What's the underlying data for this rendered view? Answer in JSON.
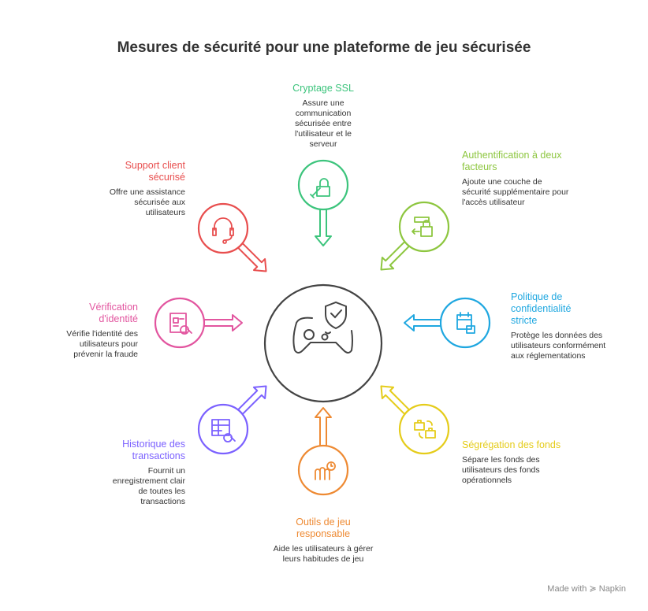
{
  "title": "Mesures de sécurité pour une plateforme de jeu sécurisée",
  "center": {
    "icon": "gamepad-shield-icon",
    "color": "#444444"
  },
  "items": [
    {
      "title": "Cryptage SSL",
      "desc": "Assure une communication sécurisée entre l'utilisateur et le serveur",
      "color": "#3cc47c",
      "icon": "lock-key-icon"
    },
    {
      "title": "Authentification à deux facteurs",
      "desc": "Ajoute une couche de sécurité supplémentaire pour l'accès utilisateur",
      "color": "#8dc63f",
      "icon": "two-factor-lock-icon"
    },
    {
      "title": "Politique de confidentialité stricte",
      "desc": "Protège les données des utilisateurs conformément aux réglementations",
      "color": "#1fa7e0",
      "icon": "calendar-lock-icon"
    },
    {
      "title": "Ségrégation des fonds",
      "desc": "Sépare les fonds des utilisateurs des fonds opérationnels",
      "color": "#e5cc1a",
      "icon": "briefcase-swap-icon"
    },
    {
      "title": "Outils de jeu responsable",
      "desc": "Aide les utilisateurs à gérer leurs habitudes de jeu",
      "color": "#ee8a33",
      "icon": "hand-clock-icon"
    },
    {
      "title": "Historique des transactions",
      "desc": "Fournit un enregistrement clair de toutes les transactions",
      "color": "#7b61ff",
      "icon": "table-search-icon"
    },
    {
      "title": "Vérification d'identité",
      "desc": "Vérifie l'identité des utilisateurs pour prévenir la fraude",
      "color": "#e2559f",
      "icon": "id-card-search-icon"
    },
    {
      "title": "Support client sécurisé",
      "desc": "Offre une assistance sécurisée aux utilisateurs",
      "color": "#e84e4e",
      "icon": "headset-icon"
    }
  ],
  "watermark": "Made with ≽ Napkin"
}
